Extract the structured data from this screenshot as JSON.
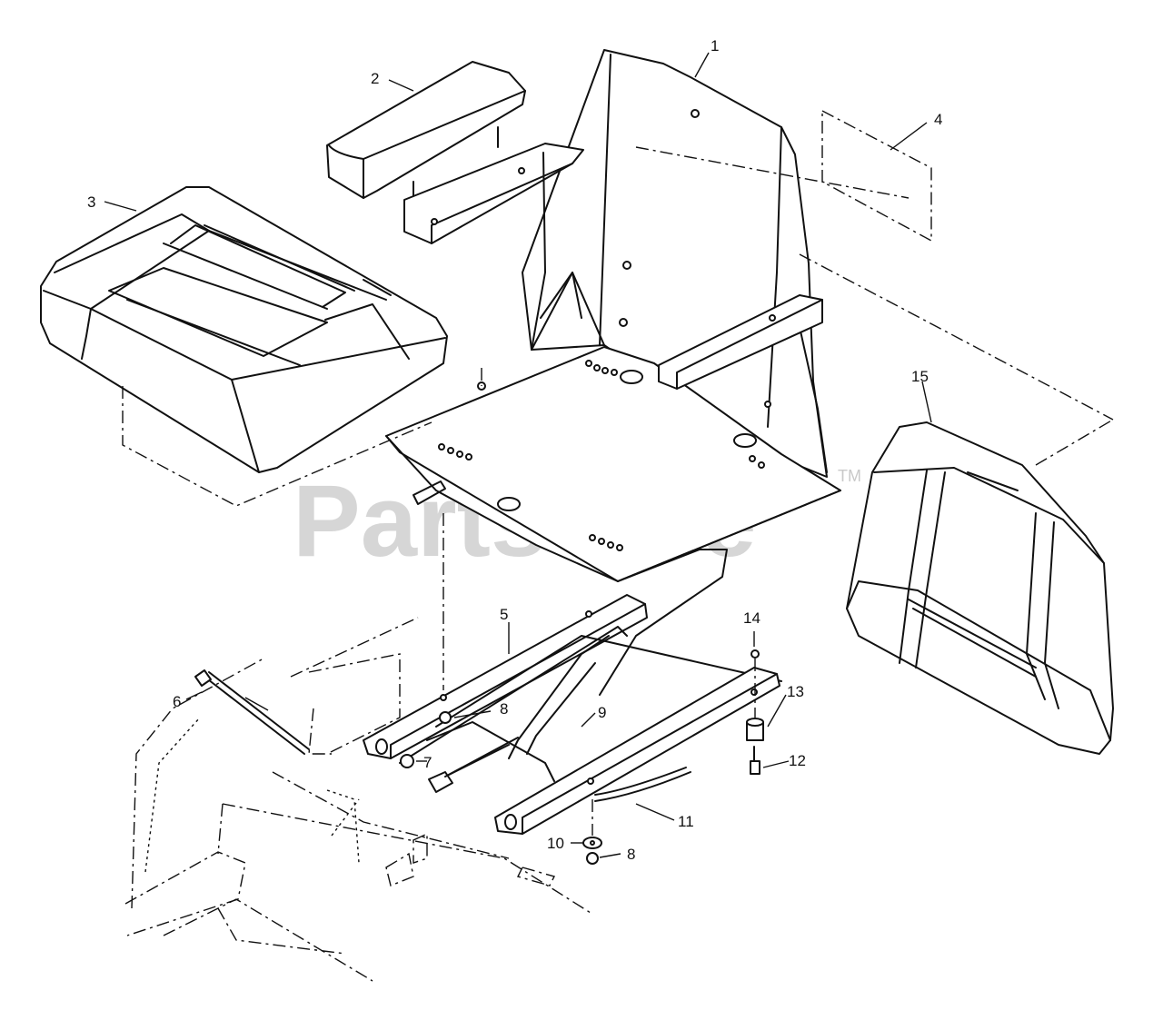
{
  "watermark": {
    "text": "PartsTree",
    "mark": "TM"
  },
  "callouts": [
    {
      "id": "c1",
      "label": "1"
    },
    {
      "id": "c2",
      "label": "2"
    },
    {
      "id": "c3",
      "label": "3"
    },
    {
      "id": "c4",
      "label": "4"
    },
    {
      "id": "c5",
      "label": "5"
    },
    {
      "id": "c6",
      "label": "6"
    },
    {
      "id": "c7",
      "label": "7"
    },
    {
      "id": "c8a",
      "label": "8"
    },
    {
      "id": "c8b",
      "label": "8"
    },
    {
      "id": "c9",
      "label": "9"
    },
    {
      "id": "c10",
      "label": "10"
    },
    {
      "id": "c11",
      "label": "11"
    },
    {
      "id": "c12",
      "label": "12"
    },
    {
      "id": "c13",
      "label": "13"
    },
    {
      "id": "c14",
      "label": "14"
    },
    {
      "id": "c15",
      "label": "15"
    }
  ]
}
